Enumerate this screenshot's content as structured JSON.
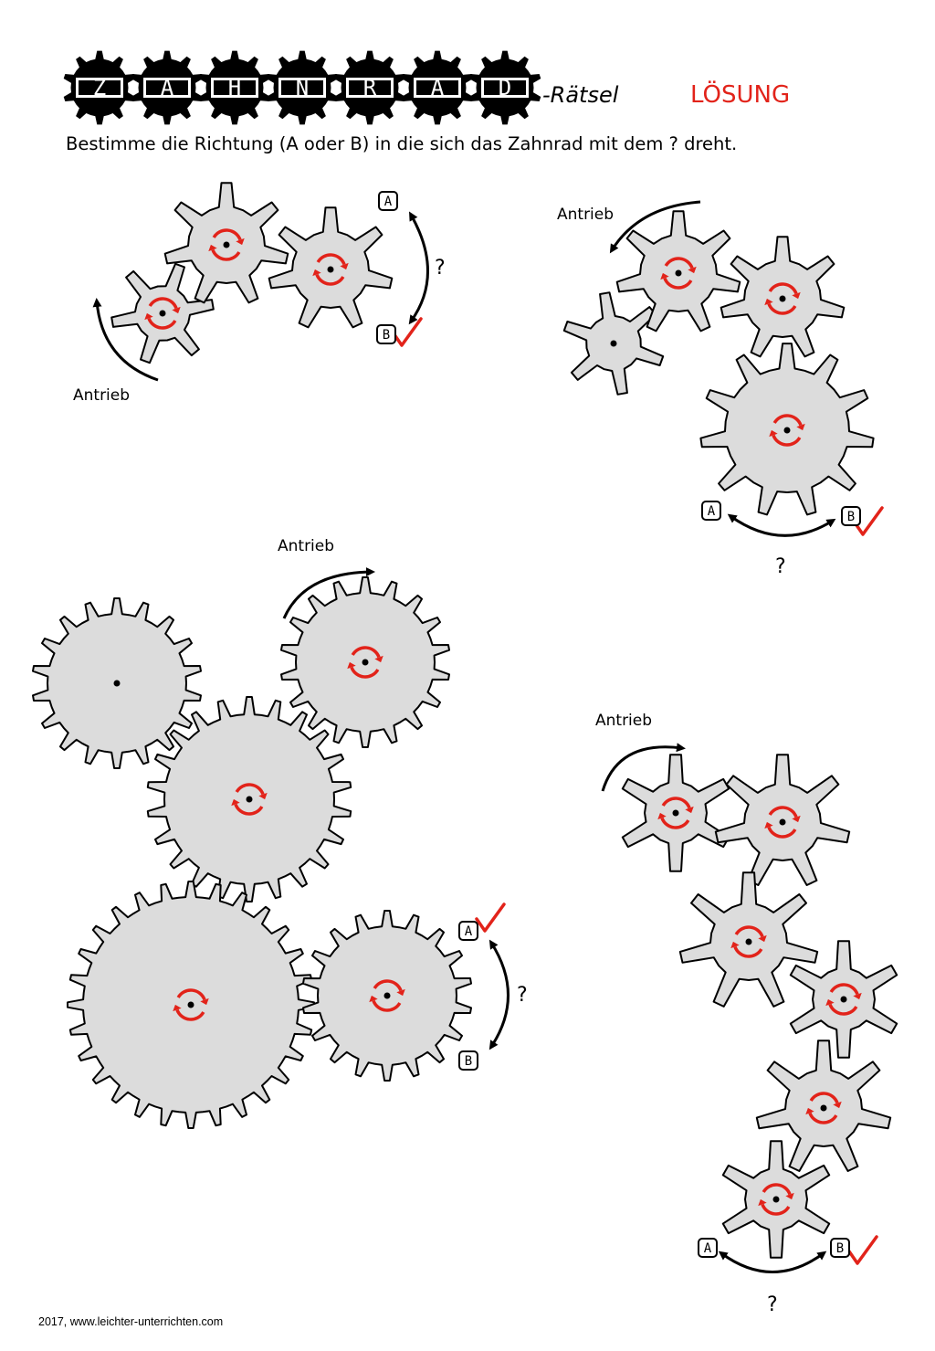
{
  "title": {
    "letters": [
      "Z",
      "A",
      "H",
      "N",
      "R",
      "A",
      "D"
    ],
    "suffix": "-Rätsel",
    "solution_label": "LÖSUNG"
  },
  "instruction": "Bestimme die Richtung (A oder B) in die sich das Zahnrad mit dem ? dreht.",
  "labels": {
    "drive": "Antrieb",
    "question": "?",
    "option_a": "A",
    "option_b": "B"
  },
  "puzzles": [
    {
      "id": 1,
      "correct_answer": "B"
    },
    {
      "id": 2,
      "correct_answer": "B"
    },
    {
      "id": 3,
      "correct_answer": "A"
    },
    {
      "id": 4,
      "correct_answer": "B"
    }
  ],
  "colors": {
    "gear_fill": "#dcdcdc",
    "gear_stroke": "#000000",
    "rotation_arrow": "#e2231a",
    "check_mark": "#e2231a",
    "solution_text": "#e2231a"
  },
  "icons": {
    "rotation": "circular-arrows-icon",
    "check": "check-mark-icon"
  },
  "footer": "2017, www.leichter-unterrichten.com"
}
